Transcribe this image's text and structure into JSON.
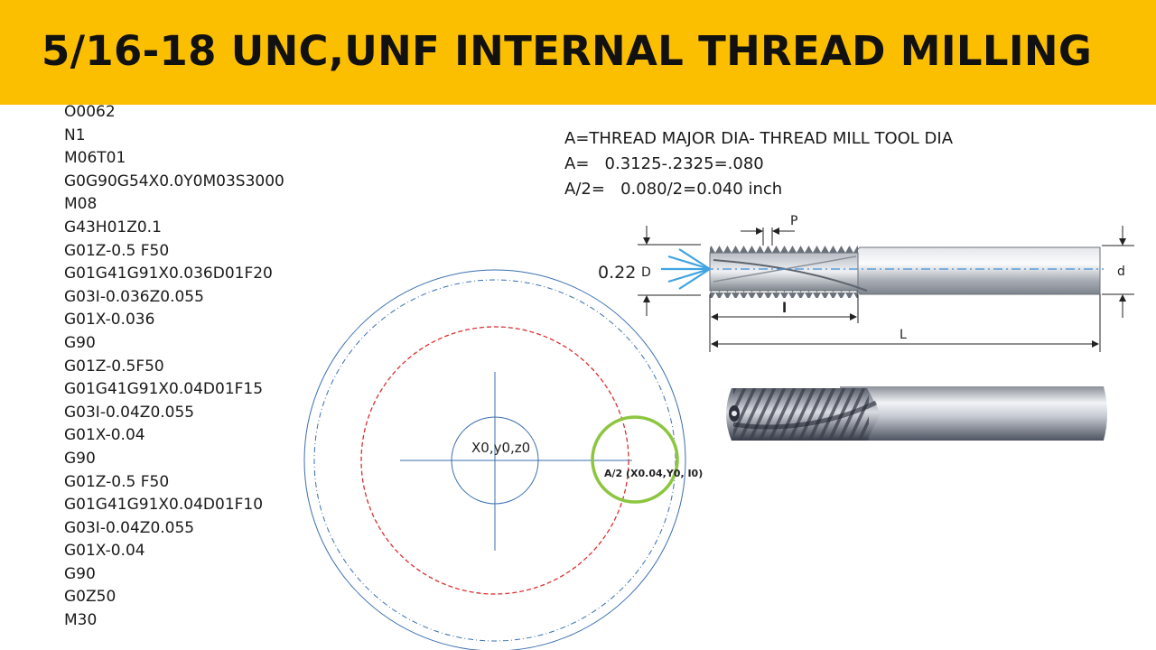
{
  "banner": {
    "title": "5/16-18 UNC,UNF INTERNAL THREAD MILLING",
    "background_color": "#fcbf00"
  },
  "program": {
    "lines": [
      "O0062",
      "N1",
      "M06T01",
      "G0G90G54X0.0Y0M03S3000",
      "M08",
      "G43H01Z0.1",
      "G01Z-0.5 F50",
      "G01G41G91X0.036D01F20",
      "G03I-0.036Z0.055",
      "G01X-0.036",
      "G90",
      "G01Z-0.5F50",
      "G01G41G91X0.04D01F15",
      "G03I-0.04Z0.055",
      "G01X-0.04",
      "G90",
      "G01Z-0.5 F50",
      "G01G41G91X0.04D01F10",
      "G03I-0.04Z0.055",
      "G01X-0.04",
      "G90",
      "G0Z50",
      "M30"
    ]
  },
  "formula": {
    "line1": "A=THREAD MAJOR DIA- THREAD MILL TOOL DIA",
    "line2": "A=   0.3125-.2325=.080",
    "line3": "A/2=   0.080/2=0.040 inch"
  },
  "circle_diagram": {
    "center_label": "X0,y0,z0",
    "offset_label": "A/2 (X0.04,Y0, I0)",
    "outer_circle_color": "#3b6fb0",
    "red_circle_color": "#d93030",
    "tool_circle_color": "#8cc63f"
  },
  "tool_drawing": {
    "diameter_value": "0.22",
    "label_D": "D",
    "label_d": "d",
    "label_P": "P",
    "label_l": "l",
    "label_L": "L"
  }
}
